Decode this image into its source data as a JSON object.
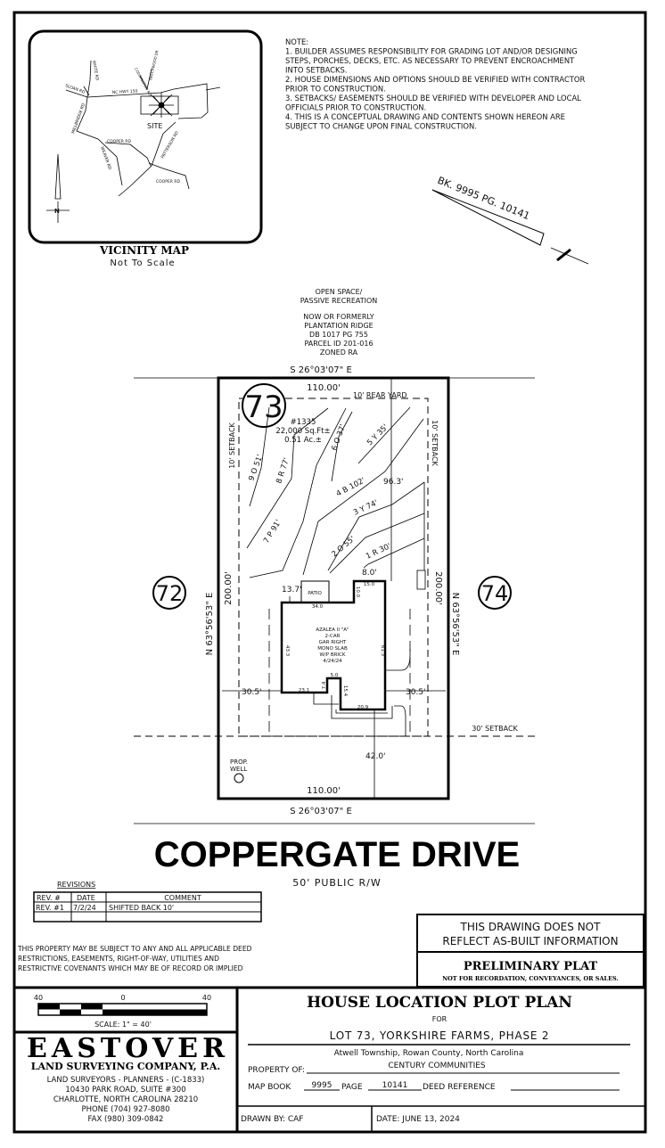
{
  "vicinity_map": {
    "title": "VICINITY MAP",
    "subtitle": "Not To Scale",
    "roads": [
      "NC HWY 150",
      "SLOAN RD",
      "WHITE RD",
      "MILLBRIDGE RD",
      "COOPER RD",
      "WEAVER RD",
      "PATTERSON RD",
      "COOPER RD",
      "CODDINGTON RD",
      "BEECHWOOD DR"
    ],
    "site_label": "SITE",
    "north_label": "N"
  },
  "notes": {
    "heading": "NOTE:",
    "lines": [
      "1. BUILDER ASSUMES RESPONSIBILITY FOR GRADING LOT AND/OR DESIGNING",
      "STEPS, PORCHES, DECKS, ETC. AS NECESSARY TO PREVENT ENCROACHMENT",
      "INTO SETBACKS.",
      "2. HOUSE DIMENSIONS AND OPTIONS SHOULD BE VERIFIED WITH CONTRACTOR",
      "PRIOR TO CONSTRUCTION.",
      "3. SETBACKS/ EASEMENTS SHOULD BE VERIFIED WITH DEVELOPER AND LOCAL",
      "OFFICIALS PRIOR TO CONSTRUCTION.",
      "4. THIS IS A CONCEPTUAL DRAWING AND CONTENTS SHOWN HEREON ARE",
      "SUBJECT TO CHANGE UPON FINAL CONSTRUCTION."
    ]
  },
  "book_ref": "BK. 9995 PG. 10141",
  "adjacent": {
    "lines": [
      "OPEN SPACE/",
      "PASSIVE RECREATION",
      "",
      "NOW OR FORMERLY",
      "PLANTATION RIDGE",
      "DB 1017 PG 755",
      "PARCEL ID 201-016",
      "ZONED RA"
    ]
  },
  "lot": {
    "number": "73",
    "left_lot": "72",
    "right_lot": "74",
    "rear_bearing": "S 26°03'07\" E",
    "front_bearing": "S 26°03'07\" E",
    "rear_distance": "110.00'",
    "front_distance": "110.00'",
    "side_bearing": "N 63°56'53\" E",
    "side_distance": "200.00'",
    "rear_yard": "10' REAR YARD",
    "side_setback": "10' SETBACK",
    "front_setback": "30' SETBACK",
    "address": "#1335",
    "area_sqft": "22,000 Sq.Ft±",
    "area_ac": "0.51 Ac.±",
    "well": [
      "PROP.",
      "WELL"
    ],
    "offsets": {
      "left_side": "13.7'",
      "rear_jog": "8.0'",
      "rear": "96.3'",
      "left_front": "30.5'",
      "right_front": "30.5'",
      "front": "42.0'"
    },
    "contours": [
      "9 O 51'",
      "8 R 77'",
      "7 P 91'",
      "6 O 37'",
      "5 Y 35'",
      "4 B 102'",
      "3 Y 74'",
      "2 O 55'",
      "1 R 30'"
    ]
  },
  "house": {
    "patio": "PATIO",
    "lines": [
      "AZALEA II \"A\"",
      "2-CAR",
      "GAR RIGHT",
      "MONO SLAB",
      "W/P BRICK",
      "4/24/24"
    ],
    "dims": {
      "top": "34.0",
      "jog_top": "15.0",
      "jog_side": "10.0",
      "left": "43.3",
      "right": "61.3",
      "front_left": "23.1",
      "step": "7.4",
      "step_w": "5.0",
      "garage_side": "15.4",
      "garage_front": "20.9"
    }
  },
  "street": {
    "name": "COPPERGATE DRIVE",
    "row": "50' PUBLIC R/W"
  },
  "revisions": {
    "title": "REVISIONS",
    "headers": [
      "REV. #",
      "DATE",
      "COMMENT"
    ],
    "rows": [
      [
        "REV. #1",
        "7/2/24",
        "SHIFTED BACK 10'"
      ],
      [
        "",
        "",
        ""
      ]
    ]
  },
  "disclaimer": [
    "THIS PROPERTY MAY BE SUBJECT TO ANY AND ALL APPLICABLE DEED",
    "RESTRICTIONS, EASEMENTS, RIGHT-OF-WAY, UTILITIES AND",
    "RESTRICTIVE COVENANTS WHICH MAY BE OF RECORD OR IMPLIED"
  ],
  "as_built": [
    "THIS DRAWING DOES NOT",
    "REFLECT AS-BUILT INFORMATION"
  ],
  "preliminary": {
    "title": "PRELIMINARY PLAT",
    "subtitle": "NOT FOR RECORDATION, CONVEYANCES, OR SALES."
  },
  "scale": {
    "ticks": [
      "40",
      "0",
      "40"
    ],
    "label": "SCALE: 1\" = 40'"
  },
  "company": {
    "name": "EASTOVER",
    "full": "LAND SURVEYING COMPANY, P.A.",
    "lines": [
      "LAND SURVEYORS - PLANNERS - (C-1833)",
      "10430 PARK ROAD, SUITE #300",
      "CHARLOTTE, NORTH CAROLINA 28210",
      "PHONE (704) 927-8080",
      "FAX (980) 309-0842"
    ]
  },
  "title_block": {
    "title": "HOUSE LOCATION PLOT PLAN",
    "for": "FOR",
    "lot": "LOT 73, YORKSHIRE FARMS, PHASE 2",
    "location": "Atwell Township, Rowan County, North Carolina",
    "property_of_label": "PROPERTY OF:",
    "property_of": "CENTURY COMMUNITIES",
    "map_book_label": "MAP BOOK",
    "map_book": "9995",
    "page_label": "PAGE",
    "page": "10141",
    "deed_label": "DEED REFERENCE",
    "drawn_by": "DRAWN BY: CAF",
    "date": "DATE:  JUNE 13, 2024"
  }
}
